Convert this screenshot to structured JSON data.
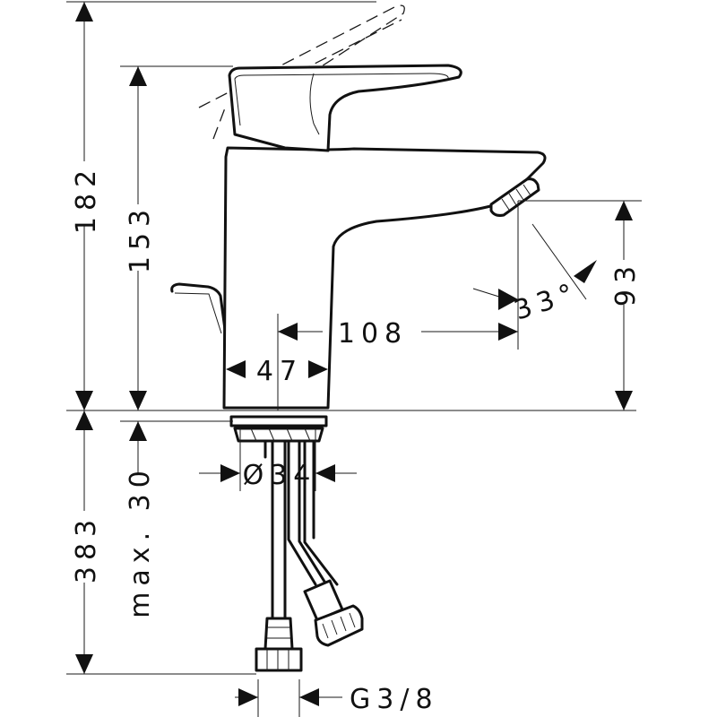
{
  "dimensions": {
    "total_height": "182",
    "spout_height": "153",
    "outlet_height": "93",
    "spout_reach": "108",
    "body_width": "47",
    "thread_diameter": "Ø34",
    "thread_length": "383",
    "max_counter_thickness": "max. 30",
    "spray_angle": "33°",
    "connection_thread": "G3/8"
  }
}
